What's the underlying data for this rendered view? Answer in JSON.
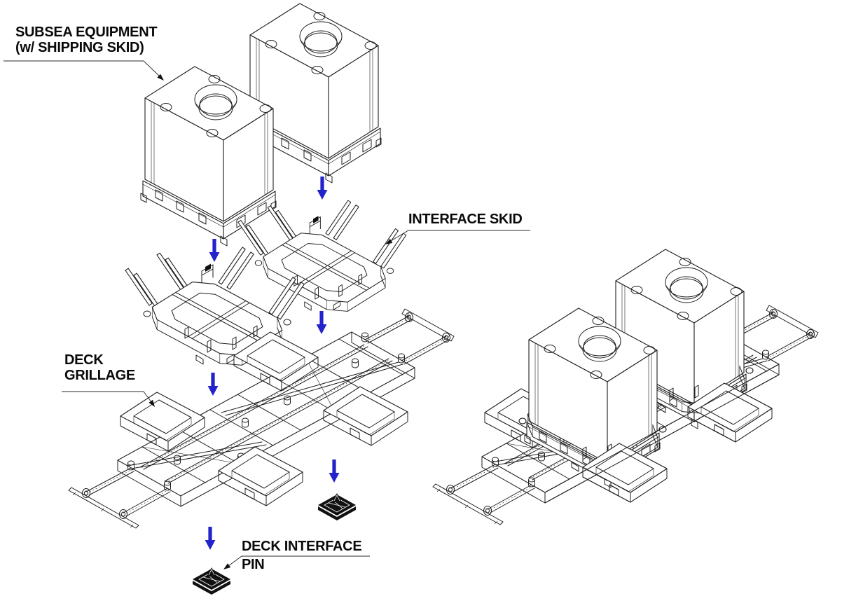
{
  "diagram": {
    "labels": {
      "subsea_equipment": {
        "line1": "SUBSEA EQUIPMENT",
        "line2": "(w/ SHIPPING SKID)"
      },
      "interface_skid": {
        "line1": "INTERFACE SKID"
      },
      "deck_grillage": {
        "line1": "DECK",
        "line2": "GRILLAGE"
      },
      "deck_interface_pin": {
        "line1": "DECK INTERFACE",
        "line2": "PIN"
      }
    },
    "colors": {
      "line": "#1f1f1f",
      "flow_arrow": "#2323cb",
      "text": "#0a0a0a",
      "background": "#ffffff"
    }
  }
}
